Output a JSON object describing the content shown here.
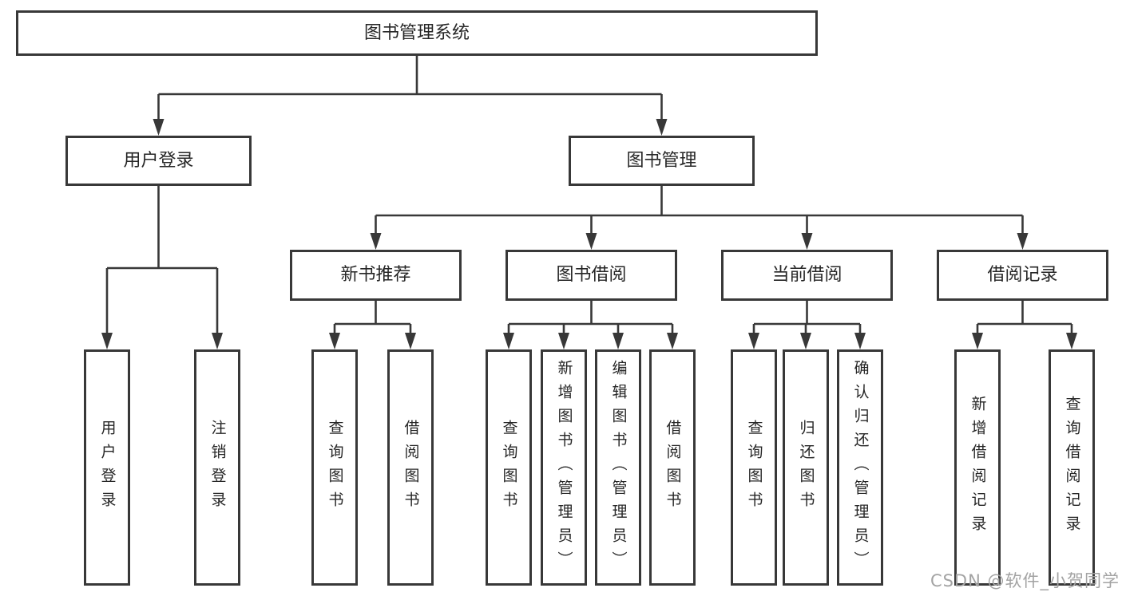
{
  "diagram": {
    "root": "图书管理系统",
    "level2": {
      "user": "用户登录",
      "book": "图书管理"
    },
    "level3": {
      "recommend": "新书推荐",
      "borrow": "图书借阅",
      "current": "当前借阅",
      "records": "借阅记录"
    },
    "leaves": {
      "user": [
        "用户登录",
        "注销登录"
      ],
      "recommend": [
        "查询图书",
        "借阅图书"
      ],
      "borrow": [
        "查询图书",
        "新增图书（管理员）",
        "编辑图书（管理员）",
        "借阅图书"
      ],
      "current": [
        "查询图书",
        "归还图书",
        "确认归还（管理员）"
      ],
      "records": [
        "新增借阅记录",
        "查询借阅记录"
      ]
    }
  },
  "watermark": {
    "text": "CSDN @软件_小贺同学",
    "color": "#a3a3a3"
  },
  "colors": {
    "line": "#383838",
    "text": "#262626",
    "box_fill": "#ffffff",
    "background": "#ffffff"
  }
}
